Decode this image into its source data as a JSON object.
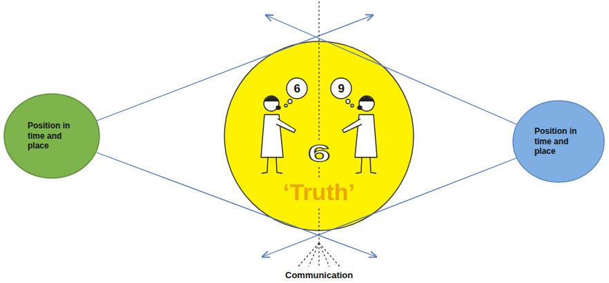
{
  "diagram": {
    "nodes": [
      {
        "text": [
          "Position in time and place"
        ]
      },
      {
        "text": [
          "‘Truth’"
        ]
      },
      {
        "text": [
          "Position in time and place"
        ]
      }
    ],
    "labels": [
      "6",
      "9",
      "6",
      "Communication"
    ]
  }
}
